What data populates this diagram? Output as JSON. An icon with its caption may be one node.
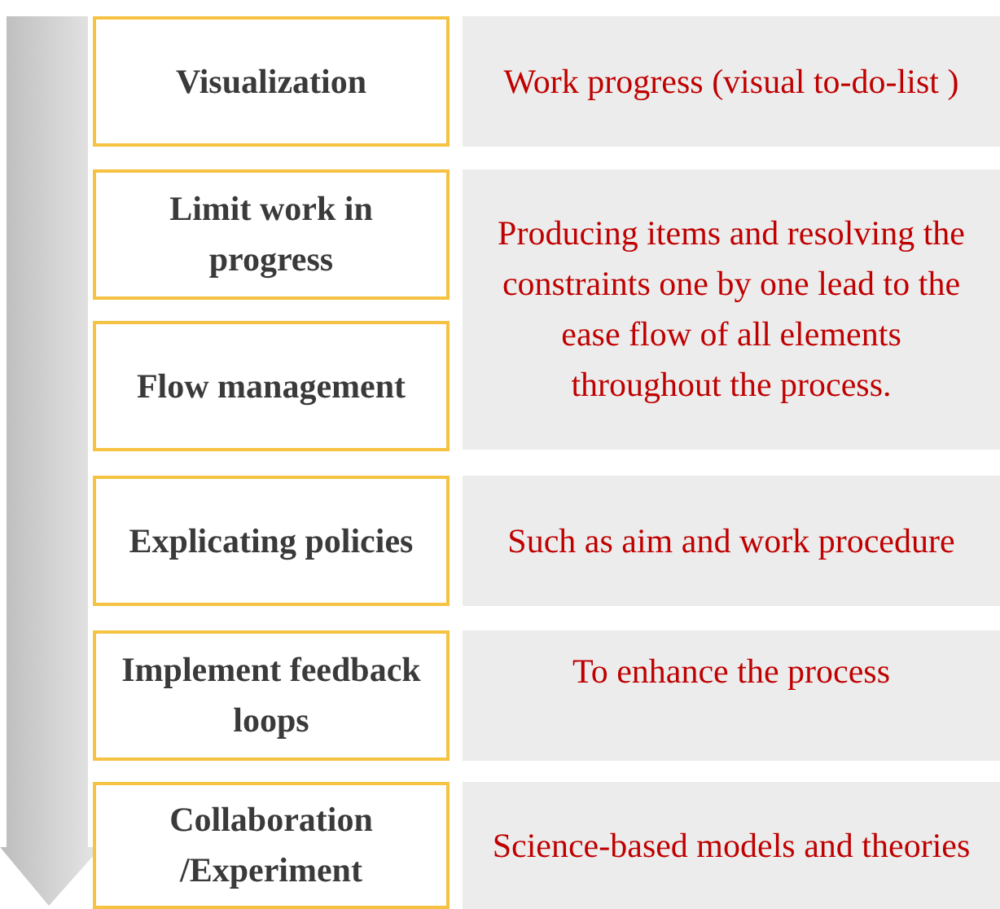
{
  "diagram": {
    "nodes": [
      {
        "text": [
          "Visualization"
        ]
      },
      {
        "text": [
          "Work progress (visual to-do-list )"
        ]
      },
      {
        "text": [
          "Limit work in progress"
        ]
      },
      {
        "text": [
          "Producing items and resolving the constraints one by one lead to the ease flow of all elements throughout the process."
        ]
      },
      {
        "text": [
          "Flow management"
        ]
      },
      {
        "text": [
          "Explicating policies"
        ]
      },
      {
        "text": [
          "Such as aim and work procedure"
        ]
      },
      {
        "text": [
          "Implement feedback loops"
        ]
      },
      {
        "text": [
          "To enhance the process"
        ]
      },
      {
        "text": [
          "Collaboration /Experiment"
        ]
      },
      {
        "text": [
          "Science-based models and theories"
        ]
      }
    ],
    "edges": []
  }
}
